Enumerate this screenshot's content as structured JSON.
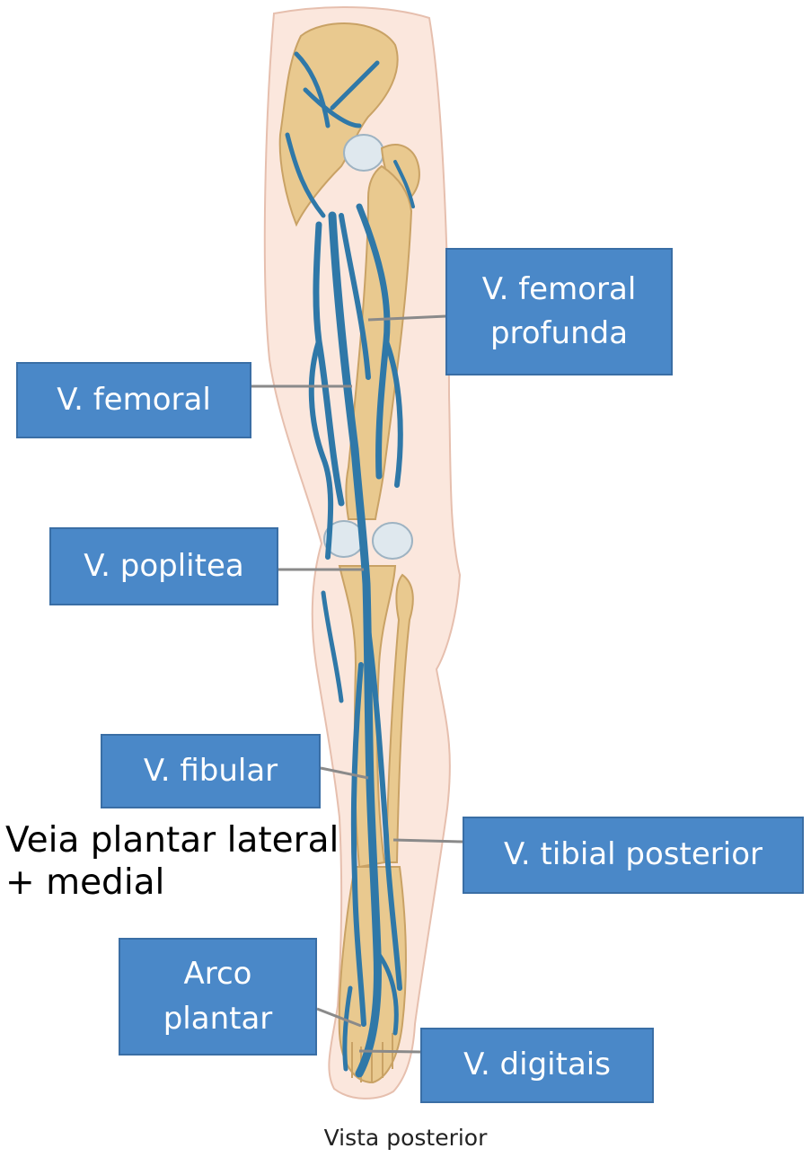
{
  "labels": {
    "femoral_profunda": "V. femoral\nprofunda",
    "femoral": "V. femoral",
    "poplitea": "V. poplitea",
    "fibular": "V. fibular",
    "tibial_posterior": "V. tibial posterior",
    "arco_plantar": "Arco\nplantar",
    "digitais": "V. digitais"
  },
  "annotation": {
    "line1": "Veia plantar lateral",
    "line2": "+ medial"
  },
  "caption": "Vista posterior",
  "colors": {
    "label_fill": "#4a88c8",
    "label_border": "#3a6ea5",
    "vein": "#2f78a8",
    "bone": "#e9c98f",
    "skin": "#fbe7dd"
  }
}
